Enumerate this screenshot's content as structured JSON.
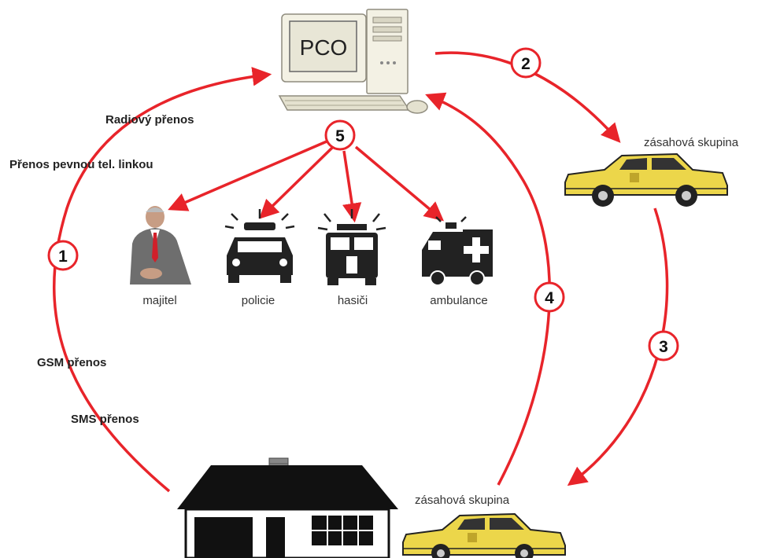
{
  "pco_label": "PCO",
  "channels": {
    "radio": "Radiový přenos",
    "landline": "Přenos pevnou tel. linkou",
    "gsm": "GSM přenos",
    "sms": "SMS přenos"
  },
  "recipients": {
    "owner": "majitel",
    "police": "policie",
    "firefighters": "hasiči",
    "ambulance": "ambulance"
  },
  "response_team_top": "zásahová skupina",
  "response_team_bottom": "zásahová skupina",
  "steps": [
    "1",
    "2",
    "3",
    "4",
    "5"
  ],
  "colors": {
    "arrow": "#e8242a",
    "car": "#ecd64a",
    "icon": "#222222"
  }
}
